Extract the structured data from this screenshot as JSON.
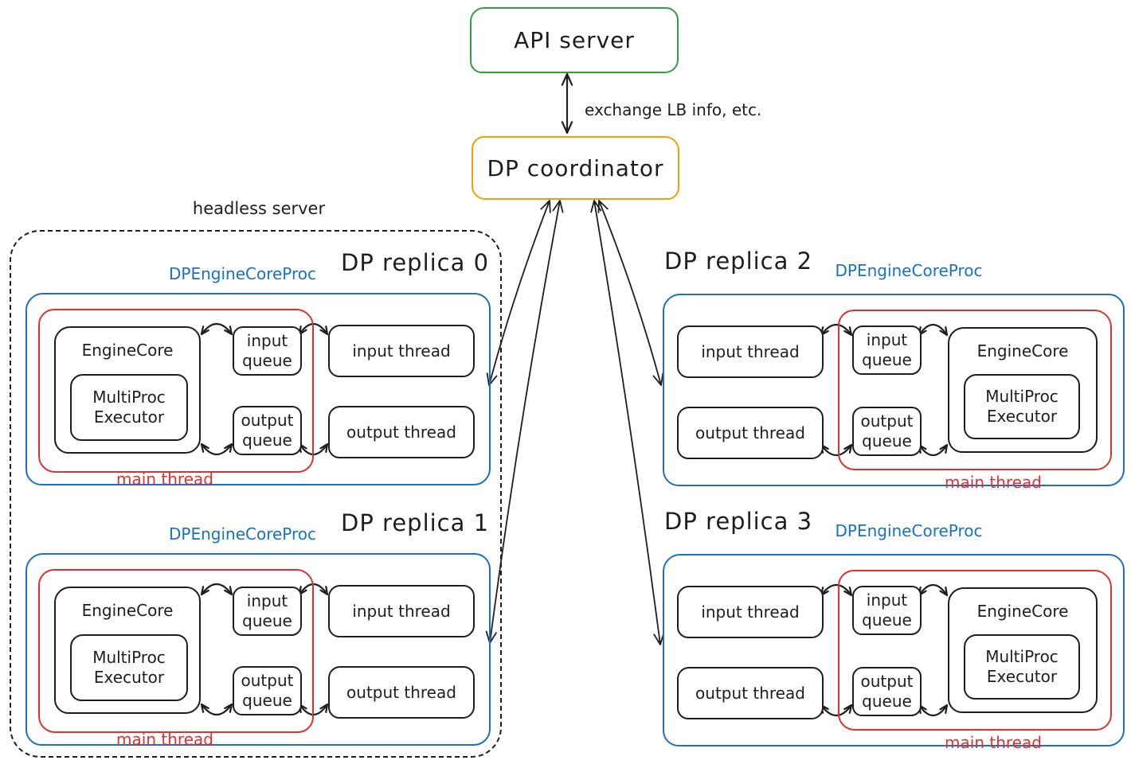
{
  "api_server": {
    "label": "API server"
  },
  "dp_coordinator": {
    "label": "DP coordinator"
  },
  "api_link_note": "exchange LB info, etc.",
  "headless_server": {
    "label": "headless server"
  },
  "replicas": [
    {
      "title": "DP replica 0",
      "process_label": "DPEngineCoreProc",
      "main_thread_label": "main thread",
      "engine_core": "EngineCore",
      "executor": "MultiProc Executor",
      "input_queue": "input queue",
      "output_queue": "output queue",
      "input_thread": "input thread",
      "output_thread": "output thread"
    },
    {
      "title": "DP replica 1",
      "process_label": "DPEngineCoreProc",
      "main_thread_label": "main thread",
      "engine_core": "EngineCore",
      "executor": "MultiProc Executor",
      "input_queue": "input queue",
      "output_queue": "output queue",
      "input_thread": "input thread",
      "output_thread": "output thread"
    },
    {
      "title": "DP replica 2",
      "process_label": "DPEngineCoreProc",
      "main_thread_label": "main thread",
      "engine_core": "EngineCore",
      "executor": "MultiProc Executor",
      "input_queue": "input queue",
      "output_queue": "output queue",
      "input_thread": "input thread",
      "output_thread": "output thread"
    },
    {
      "title": "DP replica 3",
      "process_label": "DPEngineCoreProc",
      "main_thread_label": "main thread",
      "engine_core": "EngineCore",
      "executor": "MultiProc Executor",
      "input_queue": "input queue",
      "output_queue": "output queue",
      "input_thread": "input thread",
      "output_thread": "output thread"
    }
  ],
  "colors": {
    "api_server_border": "#2f9e44",
    "coordinator_border": "#f59f00",
    "engine_proc_blue": "#1971c2",
    "main_thread_red": "#e03131",
    "ink": "#1e1e1e"
  }
}
